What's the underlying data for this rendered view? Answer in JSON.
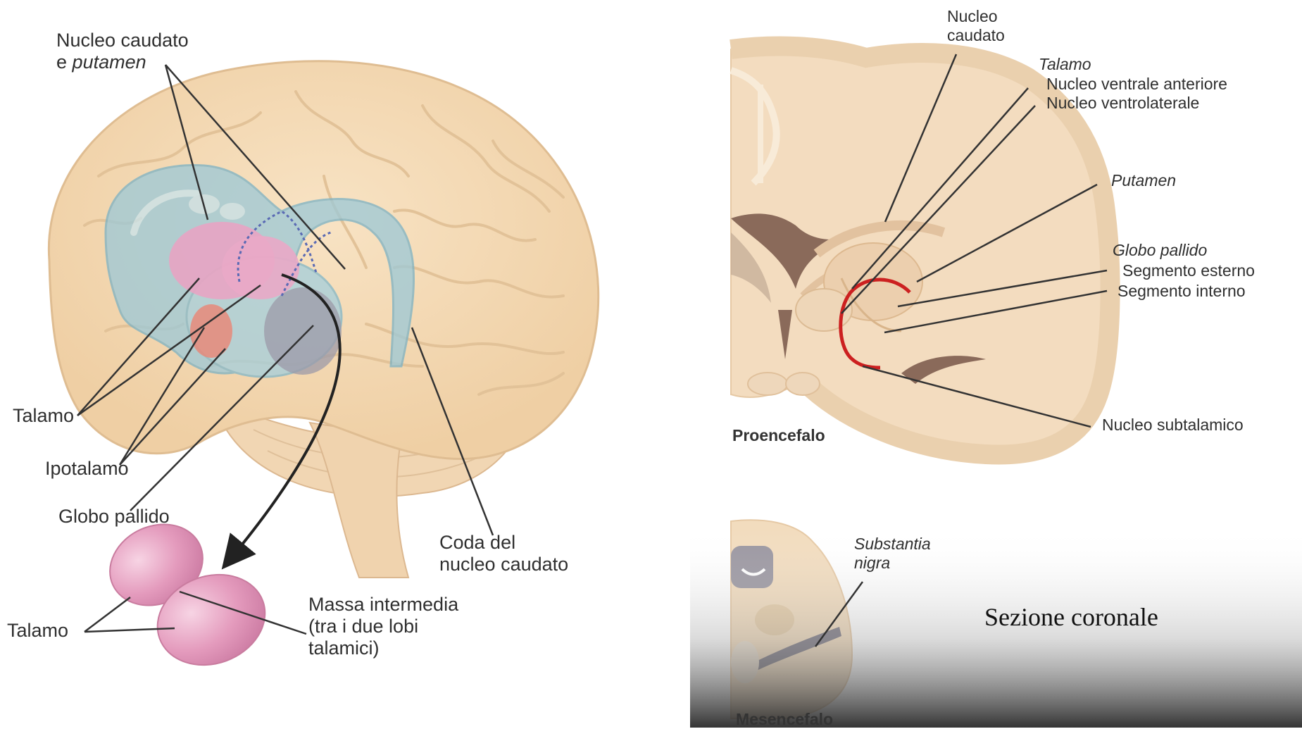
{
  "left_diagram": {
    "labels": {
      "caudate_putamen_line1": "Nucleo caudato",
      "caudate_putamen_e": "e",
      "caudate_putamen_putamen": "putamen",
      "talamo": "Talamo",
      "ipotalamo": "Ipotalamo",
      "globo_pallido": "Globo pallido",
      "coda_line1": "Coda del",
      "coda_line2": "nucleo caudato",
      "talamo_bottom": "Talamo",
      "massa_line1": "Massa intermedia",
      "massa_line2": "(tra i due lobi",
      "massa_line3": "talamici)"
    }
  },
  "right_diagram": {
    "labels": {
      "nucleo_caudato_line1": "Nucleo",
      "nucleo_caudato_line2": "caudato",
      "talamo": "Talamo",
      "nucleo_ventrale_anteriore": "Nucleo ventrale anteriore",
      "nucleo_ventrolaterale": "Nucleo ventrolaterale",
      "putamen": "Putamen",
      "globo_pallido": "Globo pallido",
      "segmento_esterno": "Segmento esterno",
      "segmento_interno": "Segmento interno",
      "nucleo_subtalamico": "Nucleo subtalamico",
      "proencefalo": "Proencefalo",
      "substantia_line1": "Substantia",
      "substantia_line2": "nigra",
      "mesencefalo": "Mesencefalo"
    },
    "caption": "Sezione coronale"
  },
  "colors": {
    "brain_tissue": "#f5dcb8",
    "brain_outline": "#e4c49b",
    "caudate_blue": "#9cc6d4",
    "thalamus_pink": "#e79bbf",
    "hypothalamus_red": "#e8897a",
    "substantia_grey": "#8f8a92",
    "subthalamic_red": "#cc2020",
    "ventricle_brown": "#8a6a5a"
  }
}
